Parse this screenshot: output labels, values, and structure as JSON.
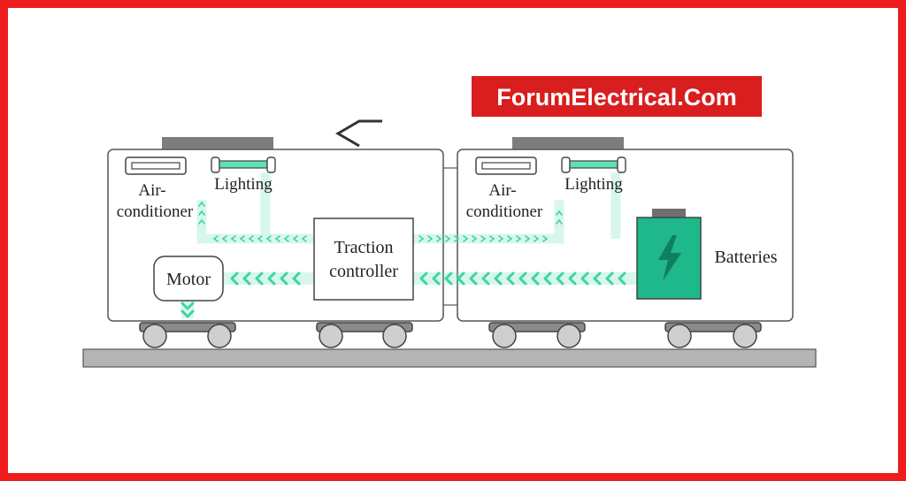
{
  "brand": {
    "text": "ForumElectrical.Com",
    "bg_color": "#d81e1e",
    "text_color": "#ffffff"
  },
  "frame": {
    "border_color": "#ee1c1c"
  },
  "labels": {
    "car1_ac_line1": "Air-",
    "car1_ac_line2": "conditioner",
    "car1_lighting": "Lighting",
    "motor": "Motor",
    "controller_line1": "Traction",
    "controller_line2": "controller",
    "car2_ac_line1": "Air-",
    "car2_ac_line2": "conditioner",
    "car2_lighting": "Lighting",
    "batteries": "Batteries"
  },
  "colors": {
    "energy_flow": "#5ee0b8",
    "battery": "#1fb88a",
    "rail": "#b4b4b4",
    "roof": "#7d7d7d",
    "pantograph": "#bdbdbd"
  },
  "icons": [
    "pantograph-icon",
    "air-conditioner-icon",
    "lighting-tube-icon",
    "battery-icon",
    "lightning-bolt-icon",
    "wheel-icon",
    "flow-arrow-icon"
  ]
}
